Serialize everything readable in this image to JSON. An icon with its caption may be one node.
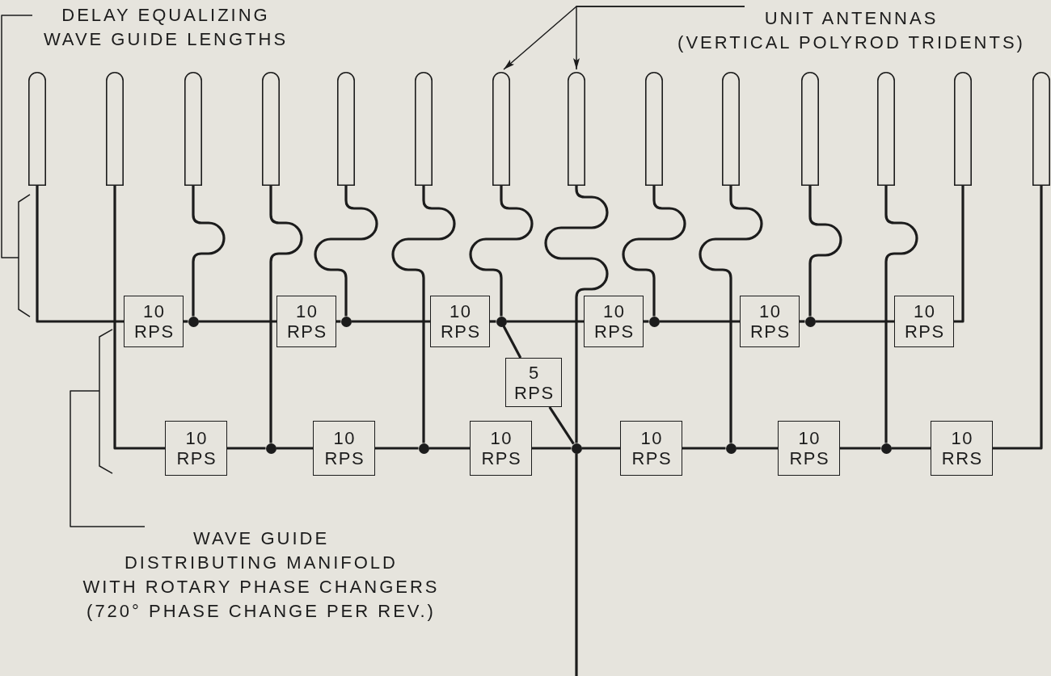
{
  "diagram": {
    "nodes": [
      {
        "text": [
          "DELAY EQUALIZING WAVE GUIDE LENGTHS"
        ]
      },
      {
        "text": [
          "UNIT ANTENNAS (VERTICAL POLYROD TRIDENTS)"
        ]
      },
      {
        "text": [],
        "shape": "bar"
      },
      {
        "text": [],
        "shape": "bar"
      },
      {
        "text": [],
        "shape": "bar"
      },
      {
        "text": [],
        "shape": "bar"
      },
      {
        "text": [],
        "shape": "bar"
      },
      {
        "text": [],
        "shape": "bar"
      },
      {
        "text": [],
        "shape": "bar"
      },
      {
        "text": [],
        "shape": "bar"
      },
      {
        "text": [],
        "shape": "bar"
      },
      {
        "text": [],
        "shape": "bar"
      },
      {
        "text": [],
        "shape": "bar"
      },
      {
        "text": [],
        "shape": "bar"
      },
      {
        "text": [],
        "shape": "bar"
      },
      {
        "text": [],
        "shape": "bar"
      },
      {
        "text": [],
        "shape": "bracket"
      },
      {
        "text": [],
        "shape": "bracket"
      },
      {
        "text": [
          "10 RPS"
        ]
      },
      {
        "text": [],
        "shape": "circle"
      },
      {
        "text": [
          "10 RPS"
        ]
      },
      {
        "text": [],
        "shape": "circle"
      },
      {
        "text": [
          "10 RPS"
        ]
      },
      {
        "text": [],
        "shape": "circle"
      },
      {
        "text": [
          "10 RPS"
        ]
      },
      {
        "text": [],
        "shape": "circle"
      },
      {
        "text": [
          "10 RPS"
        ]
      },
      {
        "text": [],
        "shape": "circle"
      },
      {
        "text": [
          "10 RPS"
        ]
      },
      {
        "text": [
          "5 RPS"
        ]
      },
      {
        "text": [
          "10 RPS"
        ]
      },
      {
        "text": [],
        "shape": "circle"
      },
      {
        "text": [
          "10 RPS"
        ]
      },
      {
        "text": [],
        "shape": "circle"
      },
      {
        "text": [
          "10 RPS"
        ]
      },
      {
        "text": [],
        "shape": "circle"
      },
      {
        "text": [
          "10 RPS"
        ]
      },
      {
        "text": [],
        "shape": "circle"
      },
      {
        "text": [
          "10 RPS"
        ]
      },
      {
        "text": [],
        "shape": "circle"
      },
      {
        "text": [
          "10 RRS"
        ]
      },
      {
        "text": [
          "WAVE GUIDE DISTRIBUTING MANIFOLD WITH ROTARY PHASE CHANGERS (720° PHASE CHANGE PER REV.)"
        ]
      }
    ],
    "edges": [
      {
        "from": 2,
        "to": 18,
        "arrow": "none"
      },
      {
        "from": 18,
        "to": 19,
        "arrow": "none"
      },
      {
        "from": 4,
        "to": 19,
        "arrow": "none"
      },
      {
        "from": 19,
        "to": 20,
        "arrow": "none"
      },
      {
        "from": 20,
        "to": 21,
        "arrow": "none"
      },
      {
        "from": 6,
        "to": 21,
        "arrow": "none"
      },
      {
        "from": 21,
        "to": 22,
        "arrow": "none"
      },
      {
        "from": 22,
        "to": 23,
        "arrow": "none"
      },
      {
        "from": 8,
        "to": 23,
        "arrow": "none"
      },
      {
        "from": 23,
        "to": 24,
        "arrow": "none"
      },
      {
        "from": 24,
        "to": 25,
        "arrow": "none"
      },
      {
        "from": 10,
        "to": 25,
        "arrow": "none"
      },
      {
        "from": 25,
        "to": 26,
        "arrow": "none"
      },
      {
        "from": 26,
        "to": 27,
        "arrow": "none"
      },
      {
        "from": 12,
        "to": 27,
        "arrow": "none"
      },
      {
        "from": 27,
        "to": 28,
        "arrow": "none"
      },
      {
        "from": 14,
        "to": 28,
        "arrow": "none"
      },
      {
        "from": 23,
        "to": 29,
        "arrow": "none"
      },
      {
        "from": 29,
        "to": 35,
        "arrow": "none"
      },
      {
        "from": 3,
        "to": 30,
        "arrow": "none"
      },
      {
        "from": 30,
        "to": 31,
        "arrow": "none"
      },
      {
        "from": 5,
        "to": 31,
        "arrow": "none"
      },
      {
        "from": 31,
        "to": 32,
        "arrow": "none"
      },
      {
        "from": 32,
        "to": 33,
        "arrow": "none"
      },
      {
        "from": 7,
        "to": 33,
        "arrow": "none"
      },
      {
        "from": 33,
        "to": 34,
        "arrow": "none"
      },
      {
        "from": 34,
        "to": 35,
        "arrow": "none"
      },
      {
        "from": 9,
        "to": 35,
        "arrow": "none"
      },
      {
        "from": 35,
        "to": 36,
        "arrow": "none"
      },
      {
        "from": 36,
        "to": 37,
        "arrow": "none"
      },
      {
        "from": 11,
        "to": 37,
        "arrow": "none"
      },
      {
        "from": 37,
        "to": 38,
        "arrow": "none"
      },
      {
        "from": 38,
        "to": 39,
        "arrow": "none"
      },
      {
        "from": 13,
        "to": 39,
        "arrow": "none"
      },
      {
        "from": 39,
        "to": 40,
        "arrow": "none"
      },
      {
        "from": 15,
        "to": 40,
        "arrow": "none"
      },
      {
        "from": null,
        "to": 35,
        "arrow": "none"
      },
      {
        "from": 0,
        "to": 16,
        "arrow": "none"
      },
      {
        "from": 1,
        "to": 8,
        "arrow": "to"
      },
      {
        "from": 1,
        "to": 9,
        "arrow": "to"
      },
      {
        "from": 41,
        "to": 17,
        "arrow": "none"
      }
    ]
  }
}
